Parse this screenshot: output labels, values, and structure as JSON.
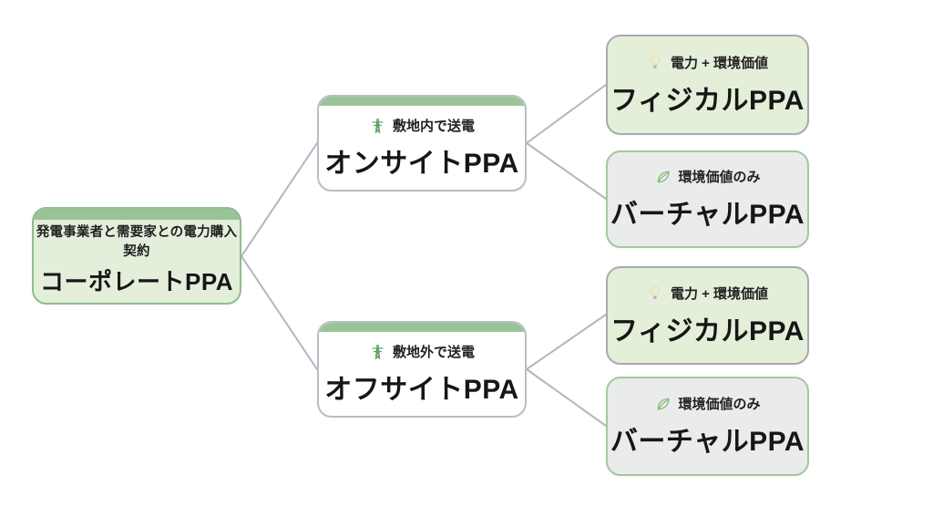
{
  "diagram": {
    "root": {
      "subtitle": "発電事業者と需要家との電力購入契約",
      "title": "コーポレートPPA"
    },
    "branches": [
      {
        "id": "onsite",
        "icon": "transmission-tower-icon",
        "label": "敷地内で送電",
        "title": "オンサイトPPA"
      },
      {
        "id": "offsite",
        "icon": "transmission-tower-icon",
        "label": "敷地外で送電",
        "title": "オフサイトPPA"
      }
    ],
    "leaves": [
      {
        "id": "physical-1",
        "icon": "lightbulb-icon",
        "label": "電力 + 環境価値",
        "title": "フィジカルPPA",
        "variant": "green"
      },
      {
        "id": "virtual-1",
        "icon": "leaf-icon",
        "label": "環境価値のみ",
        "title": "バーチャルPPA",
        "variant": "gray"
      },
      {
        "id": "physical-2",
        "icon": "lightbulb-icon",
        "label": "電力 + 環境価値",
        "title": "フィジカルPPA",
        "variant": "green"
      },
      {
        "id": "virtual-2",
        "icon": "leaf-icon",
        "label": "環境価値のみ",
        "title": "バーチャルPPA",
        "variant": "gray"
      }
    ],
    "colors": {
      "strip_green": "#9ac498",
      "root_fill": "#e3eedb",
      "root_border": "#8fbe8c",
      "branch_fill": "#ffffff",
      "branch_border": "#b9bec5",
      "leaf_green_fill": "#e4efda",
      "leaf_gray_fill": "#e9ebed",
      "leaf_green_border": "#a3c99d",
      "connector": "#b0b7bf",
      "text": "#1f1f1f"
    }
  }
}
